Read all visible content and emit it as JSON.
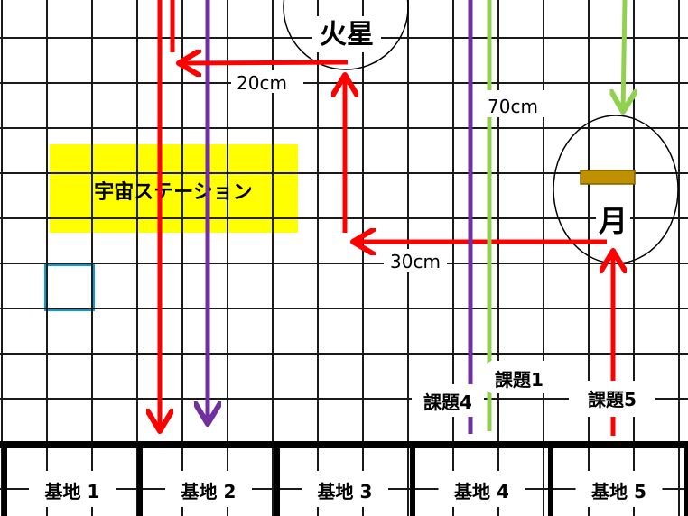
{
  "colors": {
    "grid": "#1a1a1a",
    "red": "#FF0000",
    "purple": "#7030A0",
    "green": "#92D050",
    "station_fill": "#FFFF00",
    "blue_box": "#00A0E0",
    "moon_bar": "#BF9000",
    "moon_bar_border": "#7F6000"
  },
  "places": {
    "mars": "火星",
    "moon": "月",
    "station": "宇宙ステーション"
  },
  "distances": {
    "d20": "20cm",
    "d30": "30cm",
    "d70": "70cm"
  },
  "tasks": {
    "task1": "課題1",
    "task4": "課題4",
    "task5": "課題5"
  },
  "bases": [
    {
      "label": "基地 1"
    },
    {
      "label": "基地 2"
    },
    {
      "label": "基地 3"
    },
    {
      "label": "基地 4"
    },
    {
      "label": "基地 5"
    }
  ]
}
